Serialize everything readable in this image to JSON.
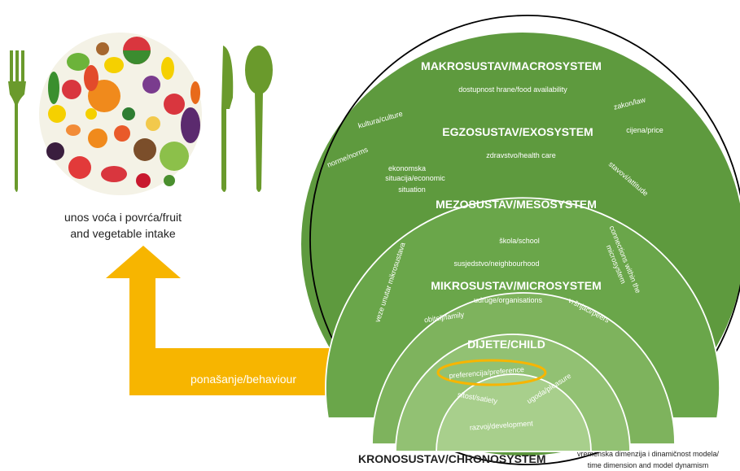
{
  "intake_label_line1": "unos voća i povrća/fruit",
  "intake_label_line2": "and vegetable intake",
  "behaviour_label": "ponašanje/behaviour",
  "chronosystem_title": "KRONOSUSTAV/CHRONOSYSTEM",
  "chronosystem_note_line1": "vremenska dimenzija i dinamičnost modela/",
  "chronosystem_note_line2": "time dimension and model dynamism",
  "macrosystem": {
    "title": "MAKROSUSTAV/MACROSYSTEM",
    "food_availability": "dostupnost hrane/food availability",
    "culture": "kultura/culture",
    "law": "zakon/law",
    "price": "cijena/price",
    "norms": "norme/norms"
  },
  "exosystem": {
    "title": "EGZOSUSTAV/EXOSYSTEM",
    "health_care": "zdravstvo/health care",
    "economic_line1": "ekonomska",
    "economic_line2": "situacija/economic",
    "economic_line3": "situation",
    "attitude": "stavovi/attitude"
  },
  "mesosystem": {
    "title": "MEZOSUSTAV/MESOSYSTEM",
    "school": "škola/school",
    "neighbourhood": "susjedstvo/neighbourhood",
    "within_micro": "veze unutar mikrosustava",
    "connections_line1": "connections within the",
    "connections_line2": "microsystem"
  },
  "microsystem": {
    "title": "MIKROSUSTAV/MICROSYSTEM",
    "organisations": "udruge/organisations",
    "family": "obitelj/family",
    "peers": "vršnjaci/peers"
  },
  "child": {
    "title": "DIJETE/CHILD",
    "preference": "preferencija/preference",
    "satiety": "sitost/satiety",
    "pleasure": "ugoda/pleasure",
    "development": "razvoj/development"
  },
  "colors": {
    "macro": "#5e9a3e",
    "exo": "#6aa64a",
    "meso": "#7eb35d",
    "micro": "#92c173",
    "child": "#a8cf8c",
    "arrow": "#f7b500",
    "cutlery": "#6a9a2c"
  },
  "icons": [
    "fork-icon",
    "plate-of-fruit-and-vegetables-icon",
    "knife-icon",
    "spoon-icon"
  ]
}
